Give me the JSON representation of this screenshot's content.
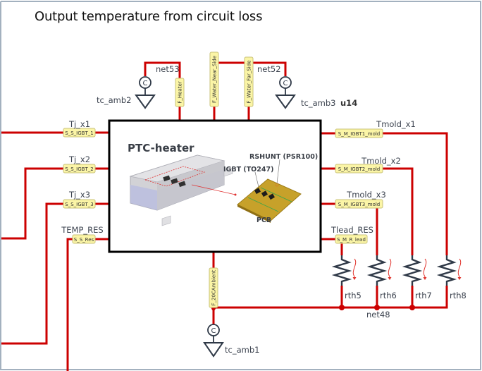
{
  "title": "Output temperature from circuit loss",
  "block": {
    "instance": "u14",
    "title": "PTC-heater",
    "pcb_labels": {
      "rshunt": "RSHUNT (PSR100)",
      "igbt": "IGBT (TO247)",
      "pcb": "PCB"
    }
  },
  "ports_left": [
    {
      "port": "S_S_IGBT_1",
      "signal": "Tj_x1"
    },
    {
      "port": "S_S_IGBT_2",
      "signal": "Tj_x2"
    },
    {
      "port": "S_S_IGBT_3",
      "signal": "Tj_x3"
    },
    {
      "port": "S_S_Res",
      "signal": "TEMP_RES"
    }
  ],
  "ports_right": [
    {
      "port": "S_M_IGBT1_mold",
      "signal": "Tmold_x1"
    },
    {
      "port": "S_M_IGBT2_mold",
      "signal": "Tmold_x2"
    },
    {
      "port": "S_M_IGBT3_mold",
      "signal": "Tmold_x3"
    },
    {
      "port": "S_M_R_lead",
      "signal": "Tlead_RES"
    }
  ],
  "ports_top": [
    "F_Heater",
    "F_Water_Near_Side",
    "F_Water_Far_Side"
  ],
  "ports_bottom": [
    "F_20CAmbient"
  ],
  "sources": [
    {
      "name": "tc_amb2",
      "symbol": "C",
      "net": "net53"
    },
    {
      "name": "tc_amb3",
      "symbol": "C",
      "net": "net52"
    },
    {
      "name": "tc_amb1",
      "symbol": "C",
      "net": ""
    }
  ],
  "resistors": [
    "rth5",
    "rth6",
    "rth7",
    "rth8"
  ],
  "nets": {
    "bottom_bus": "net48"
  },
  "colors": {
    "wire": "#cc0000",
    "port_fill": "#fbf5a6",
    "port_stroke": "#c9c27a",
    "symbol": "#2f3947",
    "frame": "#a3b1bf",
    "block_border": "#000000",
    "pcb": "#c7a12a",
    "heat_arrow": "#e0322b"
  }
}
